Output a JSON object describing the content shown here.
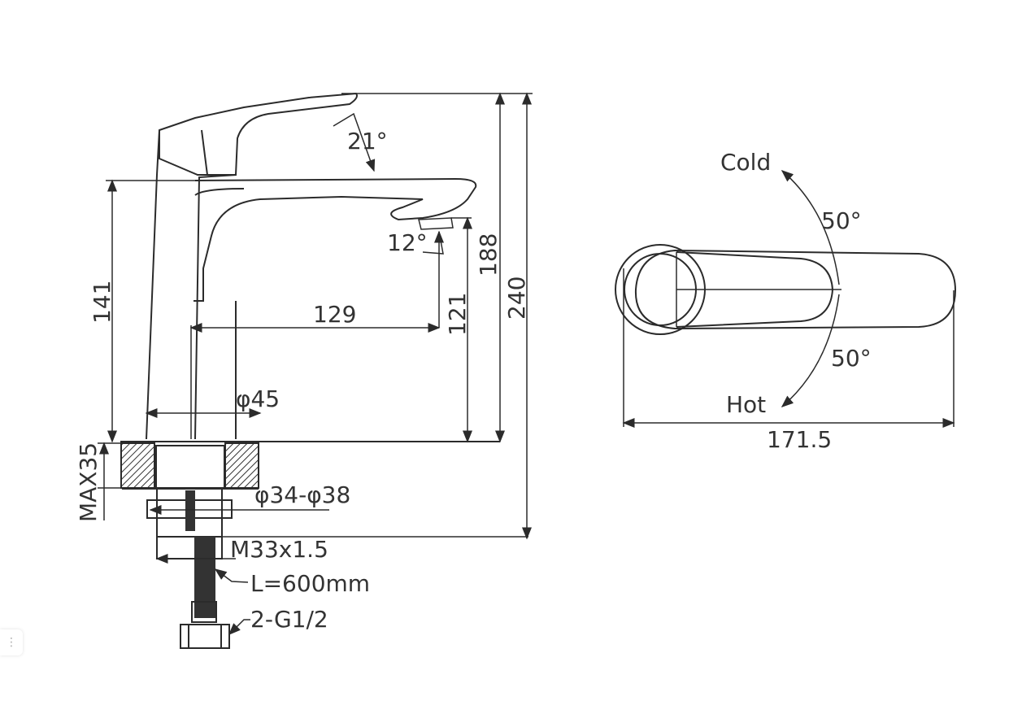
{
  "side_view": {
    "dim_height_spout": "141",
    "dim_total_height": "240",
    "dim_outlet_height": "188",
    "dim_spout_clearance": "121",
    "dim_reach": "129",
    "dim_base_diameter": "φ45",
    "dim_max_deck": "MAX35",
    "dim_hole": "φ34-φ38",
    "dim_thread": "M33x1.5",
    "dim_hose_length": "L=600mm",
    "dim_connector": "2-G1/2",
    "angle_handle": "21°",
    "angle_spout": "12°"
  },
  "top_view": {
    "label_cold": "Cold",
    "label_hot": "Hot",
    "angle_cold": "50°",
    "angle_hot": "50°",
    "dim_length": "171.5"
  },
  "widget": {
    "icon": "more-vertical-icon",
    "glyph": "⋮"
  }
}
